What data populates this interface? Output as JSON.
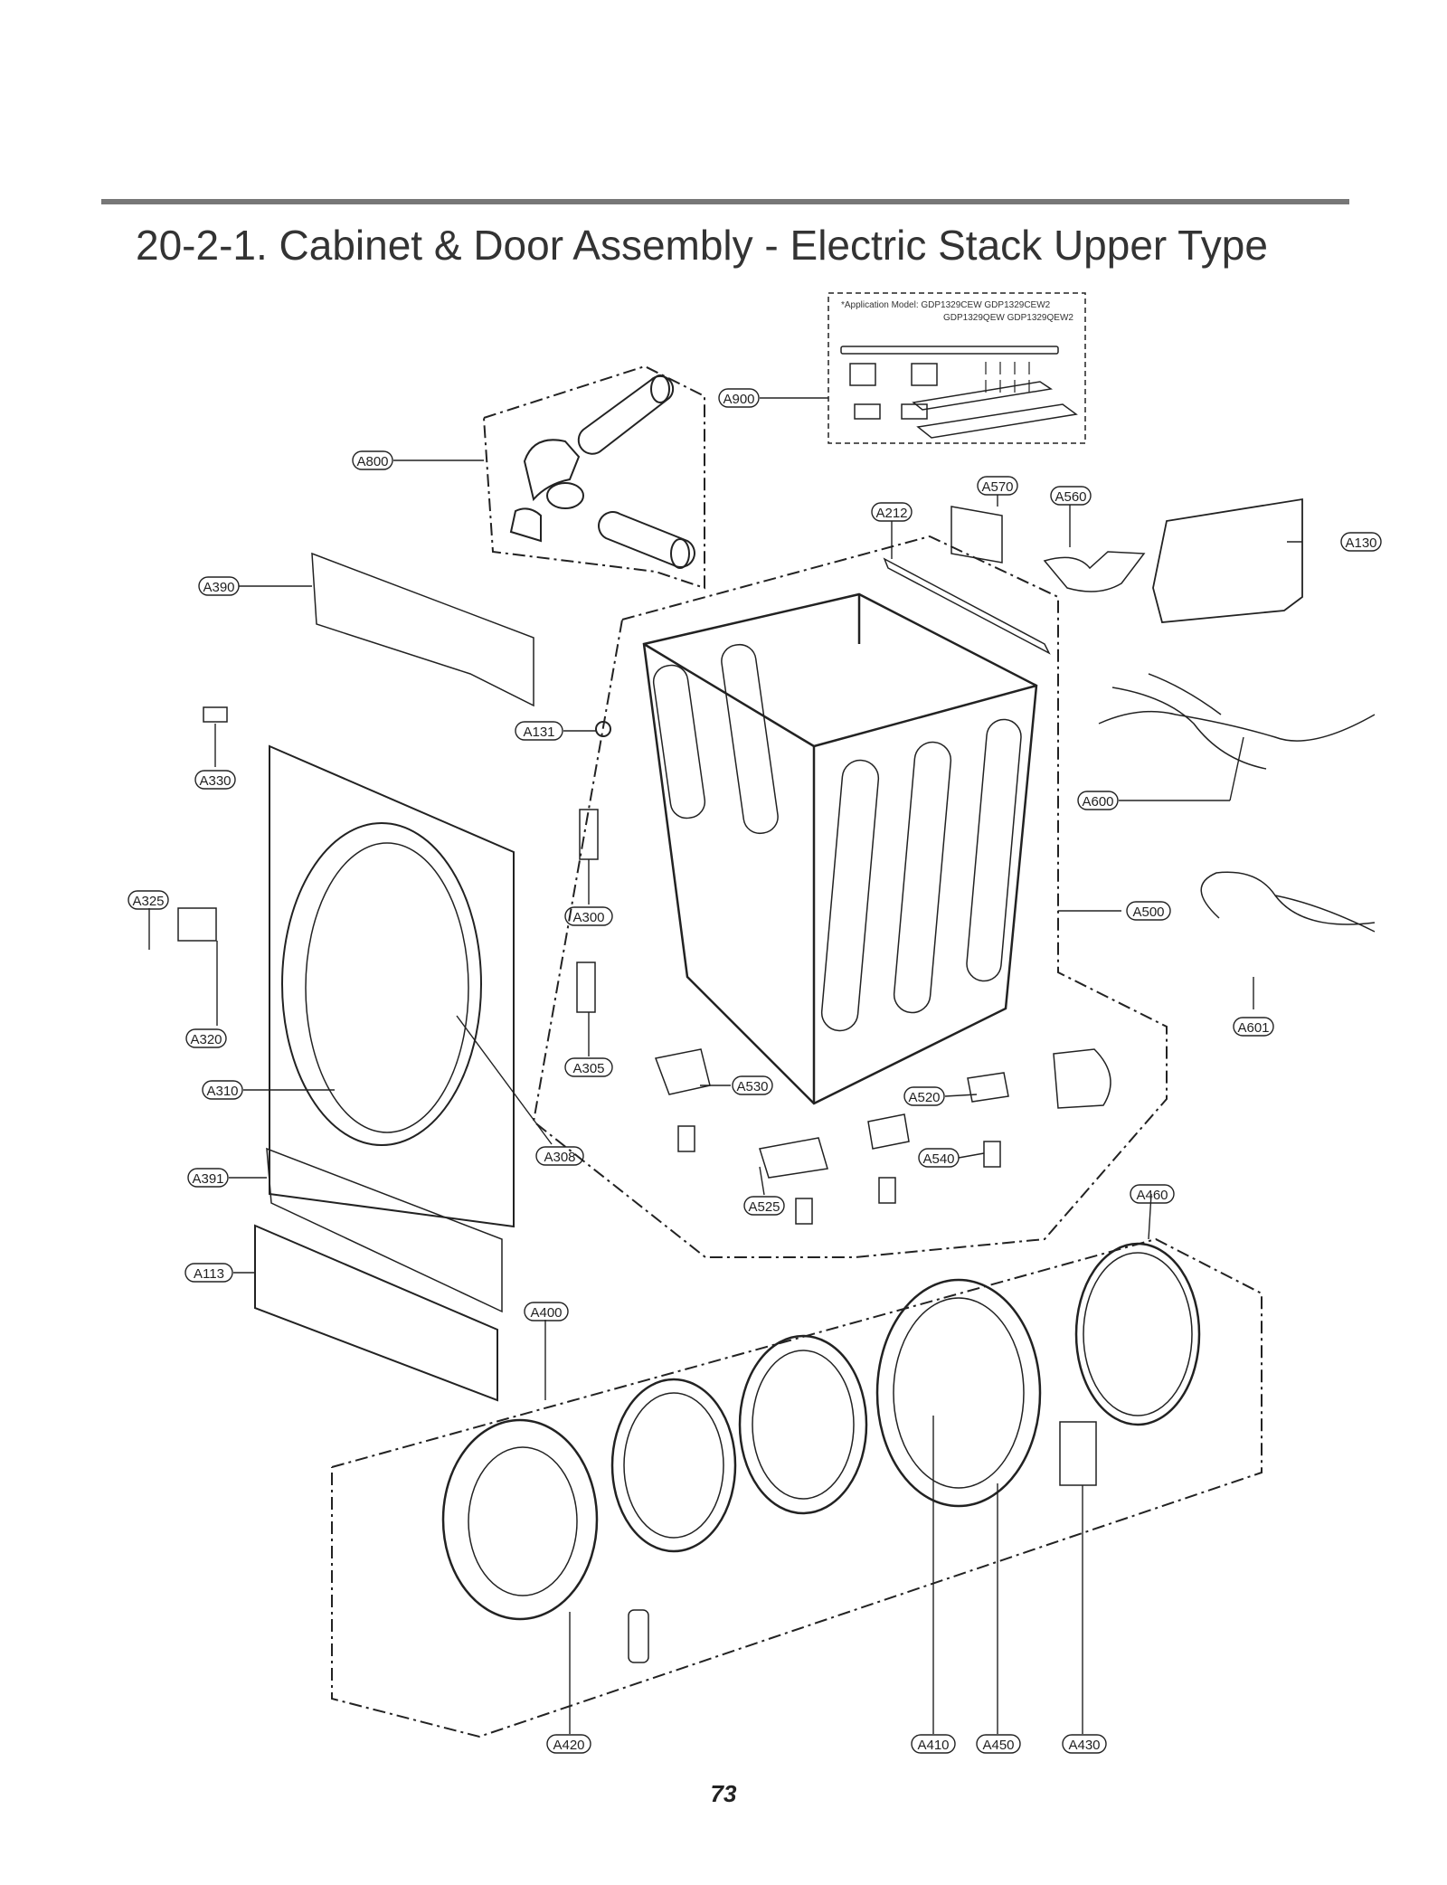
{
  "header": {
    "title": "20-2-1. Cabinet & Door Assembly - Electric Stack Upper Type"
  },
  "application_note": {
    "line1": "*Application Model:  GDP1329CEW   GDP1329CEW2",
    "line2": "GDP1329QEW   GDP1329QEW2"
  },
  "labels": {
    "A900": "A900",
    "A800": "A800",
    "A570": "A570",
    "A560": "A560",
    "A212": "A212",
    "A130": "A130",
    "A390": "A390",
    "A131": "A131",
    "A330": "A330",
    "A600": "A600",
    "A325": "A325",
    "A300": "A300",
    "A500": "A500",
    "A601": "A601",
    "A320": "A320",
    "A305": "A305",
    "A530": "A530",
    "A310": "A310",
    "A520": "A520",
    "A308": "A308",
    "A540": "A540",
    "A391": "A391",
    "A525": "A525",
    "A460": "A460",
    "A113": "A113",
    "A400": "A400",
    "A420": "A420",
    "A410": "A410",
    "A450": "A450",
    "A430": "A430"
  },
  "footer": {
    "page_number": "73"
  }
}
